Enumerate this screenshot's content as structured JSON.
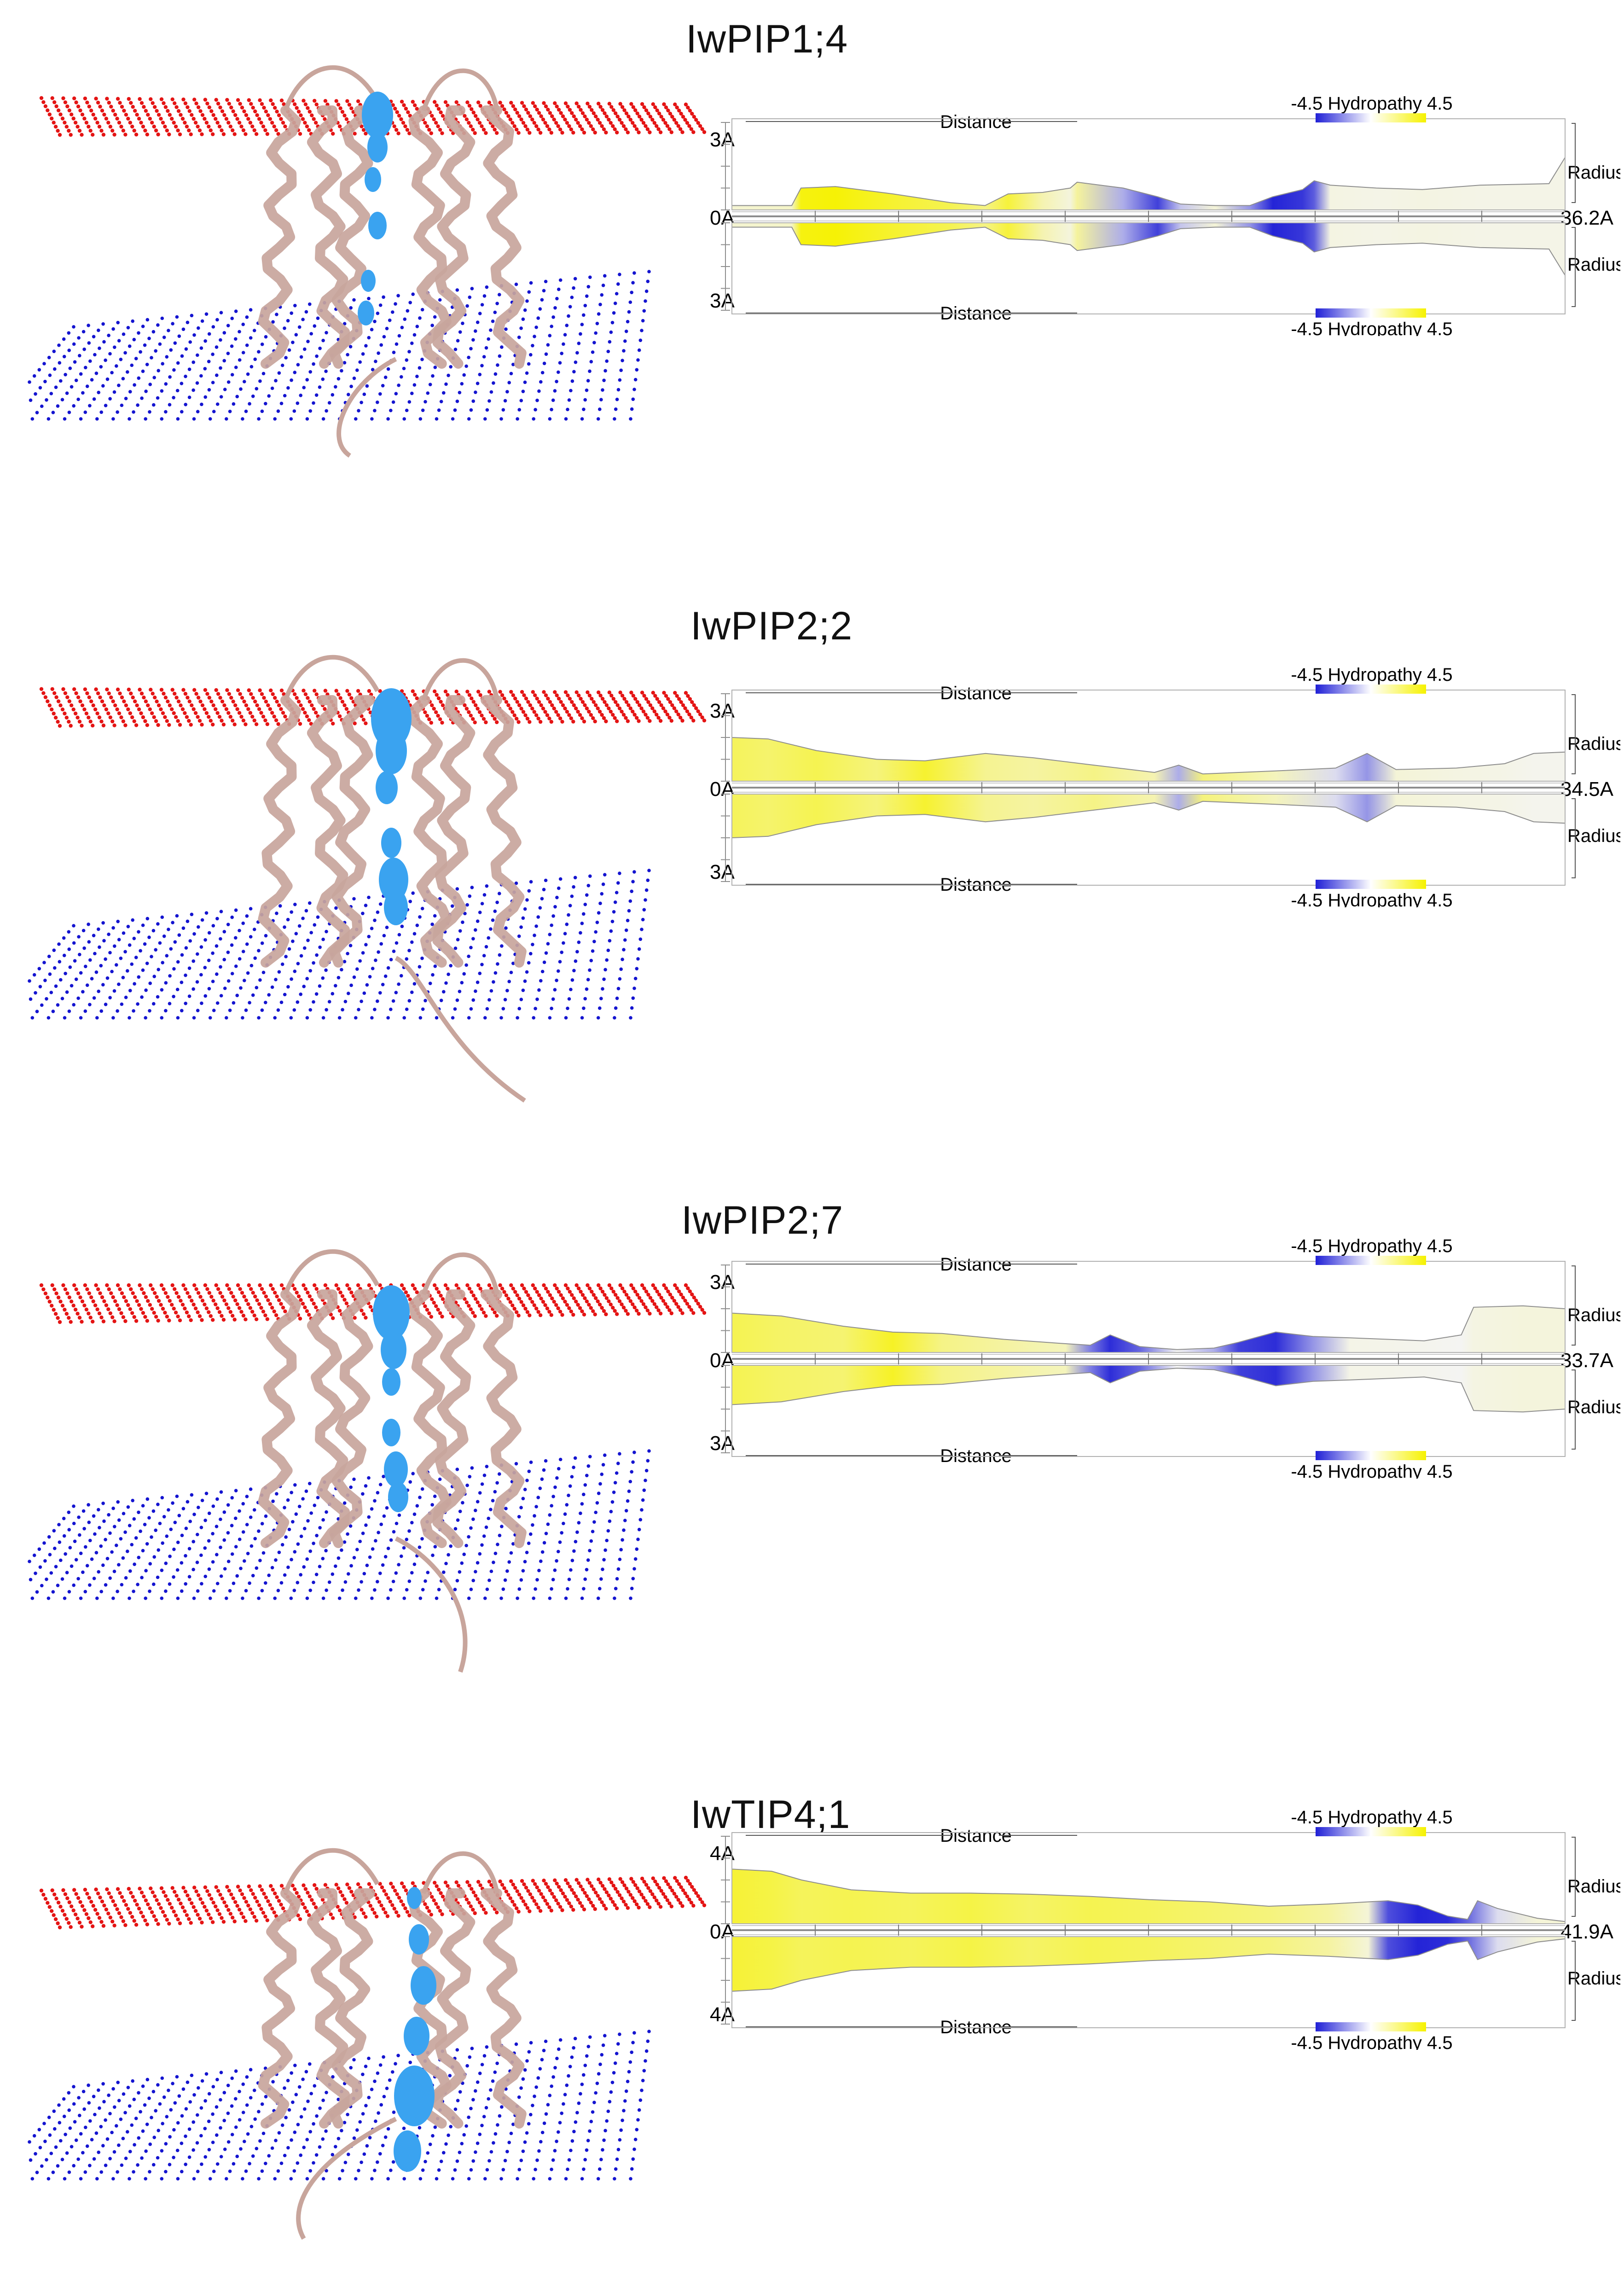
{
  "figure": {
    "panels": [
      {
        "title": "IwPIP1;4",
        "radius_max_label": "3A",
        "zero_label": "0A",
        "length_label": "36.2A",
        "distance_label": "Distance",
        "radius_label": "Radius",
        "hydropathy_label": "-4.5 Hydropathy 4.5",
        "length": 36.2,
        "profile": [
          {
            "d": 0.0,
            "r": 0.15,
            "h": 0.6
          },
          {
            "d": 2.6,
            "r": 0.15,
            "h": 0.8
          },
          {
            "d": 3.0,
            "r": 0.75,
            "h": 4.2
          },
          {
            "d": 4.5,
            "r": 0.8,
            "h": 4.4
          },
          {
            "d": 7.0,
            "r": 0.55,
            "h": 3.6
          },
          {
            "d": 9.5,
            "r": 0.25,
            "h": 3.0
          },
          {
            "d": 11.0,
            "r": 0.15,
            "h": 2.0
          },
          {
            "d": 12.0,
            "r": 0.55,
            "h": 3.4
          },
          {
            "d": 13.5,
            "r": 0.6,
            "h": 1.2
          },
          {
            "d": 14.7,
            "r": 0.75,
            "h": 0.4
          },
          {
            "d": 15.0,
            "r": 0.95,
            "h": 1.6
          },
          {
            "d": 17.0,
            "r": 0.75,
            "h": -1.5
          },
          {
            "d": 18.5,
            "r": 0.45,
            "h": -3.8
          },
          {
            "d": 19.5,
            "r": 0.2,
            "h": -1.0
          },
          {
            "d": 21.0,
            "r": 0.15,
            "h": 0.5
          },
          {
            "d": 22.5,
            "r": 0.15,
            "h": -2.0
          },
          {
            "d": 23.5,
            "r": 0.45,
            "h": -4.4
          },
          {
            "d": 24.8,
            "r": 0.7,
            "h": -4.0
          },
          {
            "d": 25.3,
            "r": 1.0,
            "h": -3.2
          },
          {
            "d": 26.0,
            "r": 0.85,
            "h": 0.3
          },
          {
            "d": 28.0,
            "r": 0.75,
            "h": 0.2
          },
          {
            "d": 30.0,
            "r": 0.7,
            "h": 0.3
          },
          {
            "d": 32.5,
            "r": 0.85,
            "h": 0.2
          },
          {
            "d": 35.5,
            "r": 0.9,
            "h": 0.2
          },
          {
            "d": 36.2,
            "r": 1.8,
            "h": 0.2
          }
        ]
      },
      {
        "title": "IwPIP2;2",
        "radius_max_label": "3A",
        "zero_label": "0A",
        "length_label": "34.5A",
        "distance_label": "Distance",
        "radius_label": "Radius",
        "hydropathy_label": "-4.5 Hydropathy 4.5",
        "length": 34.5,
        "profile": [
          {
            "d": 0.0,
            "r": 1.5,
            "h": 2.8
          },
          {
            "d": 1.5,
            "r": 1.45,
            "h": 2.5
          },
          {
            "d": 3.5,
            "r": 1.05,
            "h": 3.0
          },
          {
            "d": 6.0,
            "r": 0.75,
            "h": 2.2
          },
          {
            "d": 8.0,
            "r": 0.7,
            "h": 3.6
          },
          {
            "d": 10.5,
            "r": 0.95,
            "h": 1.8
          },
          {
            "d": 12.5,
            "r": 0.8,
            "h": 1.5
          },
          {
            "d": 15.0,
            "r": 0.55,
            "h": 2.0
          },
          {
            "d": 17.5,
            "r": 0.3,
            "h": 1.2
          },
          {
            "d": 18.5,
            "r": 0.55,
            "h": -1.5
          },
          {
            "d": 19.5,
            "r": 0.25,
            "h": 2.2
          },
          {
            "d": 22.5,
            "r": 0.35,
            "h": 1.0
          },
          {
            "d": 25.0,
            "r": 0.45,
            "h": -0.5
          },
          {
            "d": 26.3,
            "r": 0.95,
            "h": -2.0
          },
          {
            "d": 27.5,
            "r": 0.4,
            "h": 0.5
          },
          {
            "d": 30.0,
            "r": 0.45,
            "h": 0.3
          },
          {
            "d": 32.0,
            "r": 0.6,
            "h": 0.2
          },
          {
            "d": 33.2,
            "r": 0.95,
            "h": 0.1
          },
          {
            "d": 34.5,
            "r": 1.0,
            "h": 0.1
          }
        ]
      },
      {
        "title": "IwPIP2;7",
        "radius_max_label": "3A",
        "zero_label": "0A",
        "length_label": "33.7A",
        "distance_label": "Distance",
        "radius_label": "Radius",
        "hydropathy_label": "-4.5 Hydropathy 4.5",
        "length": 33.7,
        "profile": [
          {
            "d": 0.0,
            "r": 1.35,
            "h": 3.0
          },
          {
            "d": 2.0,
            "r": 1.25,
            "h": 2.6
          },
          {
            "d": 4.5,
            "r": 0.9,
            "h": 2.4
          },
          {
            "d": 6.5,
            "r": 0.7,
            "h": 3.8
          },
          {
            "d": 8.5,
            "r": 0.65,
            "h": 2.0
          },
          {
            "d": 11.0,
            "r": 0.45,
            "h": 1.5
          },
          {
            "d": 13.5,
            "r": 0.3,
            "h": 1.0
          },
          {
            "d": 14.5,
            "r": 0.25,
            "h": -2.5
          },
          {
            "d": 15.3,
            "r": 0.6,
            "h": -4.2
          },
          {
            "d": 16.5,
            "r": 0.2,
            "h": -3.0
          },
          {
            "d": 18.0,
            "r": 0.1,
            "h": 0.0
          },
          {
            "d": 19.5,
            "r": 0.15,
            "h": -1.5
          },
          {
            "d": 20.5,
            "r": 0.35,
            "h": -3.8
          },
          {
            "d": 22.0,
            "r": 0.7,
            "h": -4.2
          },
          {
            "d": 23.5,
            "r": 0.55,
            "h": -2.0
          },
          {
            "d": 25.0,
            "r": 0.5,
            "h": 0.2
          },
          {
            "d": 28.0,
            "r": 0.4,
            "h": 0.1
          },
          {
            "d": 29.5,
            "r": 0.6,
            "h": 0.0
          },
          {
            "d": 30.0,
            "r": 1.55,
            "h": 0.3
          },
          {
            "d": 32.0,
            "r": 1.6,
            "h": 0.4
          },
          {
            "d": 33.7,
            "r": 1.5,
            "h": 0.4
          }
        ]
      },
      {
        "title": "IwTIP4;1",
        "radius_max_label": "4A",
        "zero_label": "0A",
        "length_label": "41.9A",
        "distance_label": "Distance",
        "radius_label": "Radius",
        "hydropathy_label": "-4.5 Hydropathy 4.5",
        "length": 41.9,
        "profile": [
          {
            "d": 0.0,
            "r": 2.5,
            "h": 3.5
          },
          {
            "d": 2.0,
            "r": 2.4,
            "h": 3.2
          },
          {
            "d": 3.5,
            "r": 2.0,
            "h": 2.8
          },
          {
            "d": 6.0,
            "r": 1.55,
            "h": 3.0
          },
          {
            "d": 9.0,
            "r": 1.4,
            "h": 2.8
          },
          {
            "d": 12.0,
            "r": 1.4,
            "h": 3.2
          },
          {
            "d": 15.0,
            "r": 1.35,
            "h": 2.6
          },
          {
            "d": 18.0,
            "r": 1.25,
            "h": 3.0
          },
          {
            "d": 21.0,
            "r": 1.1,
            "h": 2.8
          },
          {
            "d": 24.0,
            "r": 1.0,
            "h": 2.5
          },
          {
            "d": 27.0,
            "r": 0.8,
            "h": 2.2
          },
          {
            "d": 30.0,
            "r": 0.9,
            "h": 1.5
          },
          {
            "d": 32.0,
            "r": 1.0,
            "h": 0.5
          },
          {
            "d": 33.0,
            "r": 1.05,
            "h": -3.5
          },
          {
            "d": 34.5,
            "r": 0.85,
            "h": -4.4
          },
          {
            "d": 36.0,
            "r": 0.35,
            "h": -4.2
          },
          {
            "d": 37.0,
            "r": 0.2,
            "h": -3.0
          },
          {
            "d": 37.5,
            "r": 1.05,
            "h": -2.2
          },
          {
            "d": 38.5,
            "r": 0.7,
            "h": -0.5
          },
          {
            "d": 40.5,
            "r": 0.25,
            "h": 0.5
          },
          {
            "d": 41.9,
            "r": 0.1,
            "h": 0.5
          }
        ]
      }
    ]
  },
  "colors": {
    "hydrophilic": "#1f1fd6",
    "neutral": "#f4f4f2",
    "hydrophobic": "#f6f200",
    "membrane_top": "#e41414",
    "membrane_bottom": "#1414d0",
    "protein": "#c8a59c",
    "channel": "#3aa3f0"
  }
}
